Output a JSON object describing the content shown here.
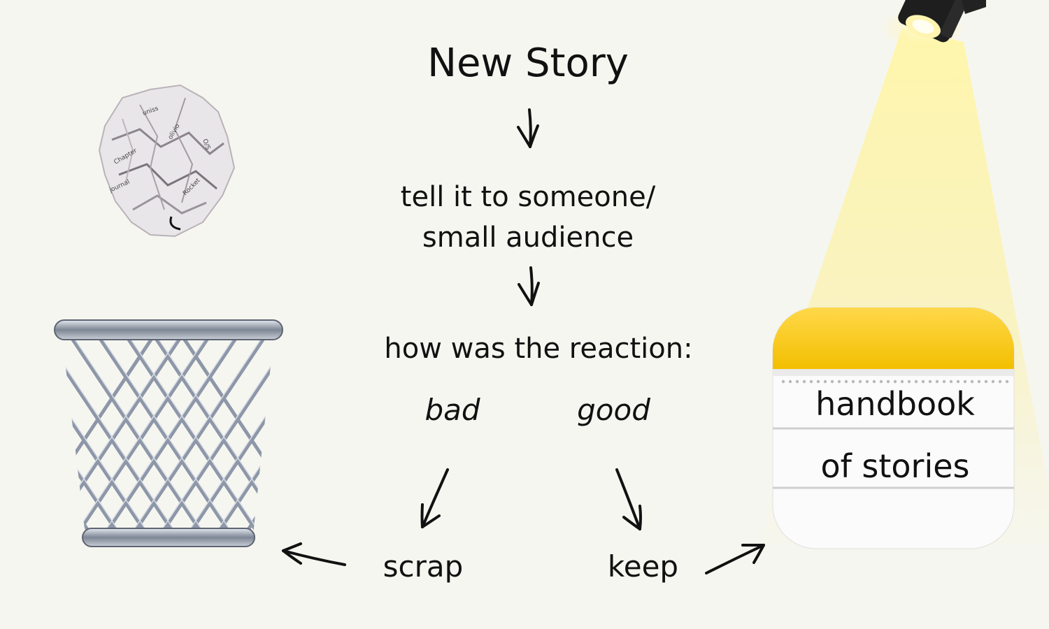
{
  "flow": {
    "title": "New Story",
    "step2_line1": "tell it to someone/",
    "step2_line2": "small audience",
    "step3": "how was the reaction:",
    "bad_label": "bad",
    "good_label": "good",
    "scrap_label": "scrap",
    "keep_label": "keep"
  },
  "notes_app": {
    "line1": "handbook",
    "line2": "of stories",
    "header_color": "#f5c400"
  },
  "illustrations": {
    "crumpled_paper": "crumpled-paper-icon",
    "trash_basket": "wire-wastebasket-icon",
    "spotlight": "stage-spotlight-icon"
  }
}
